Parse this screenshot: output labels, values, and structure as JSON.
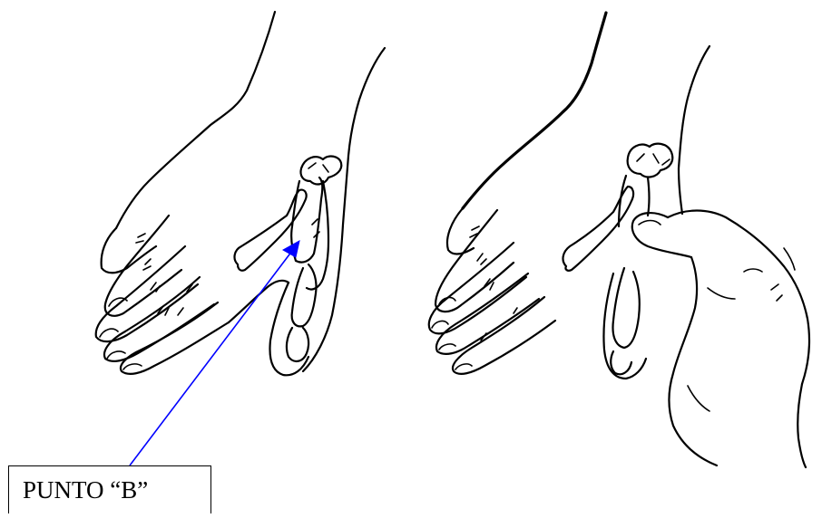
{
  "label": {
    "text": "PUNTO “B”"
  },
  "colors": {
    "line": "#000000",
    "arrow": "#0000ff",
    "background": "#ffffff"
  },
  "illustrations": [
    {
      "name": "hand-with-thumb-bones"
    },
    {
      "name": "hand-pressing-thumb"
    }
  ]
}
